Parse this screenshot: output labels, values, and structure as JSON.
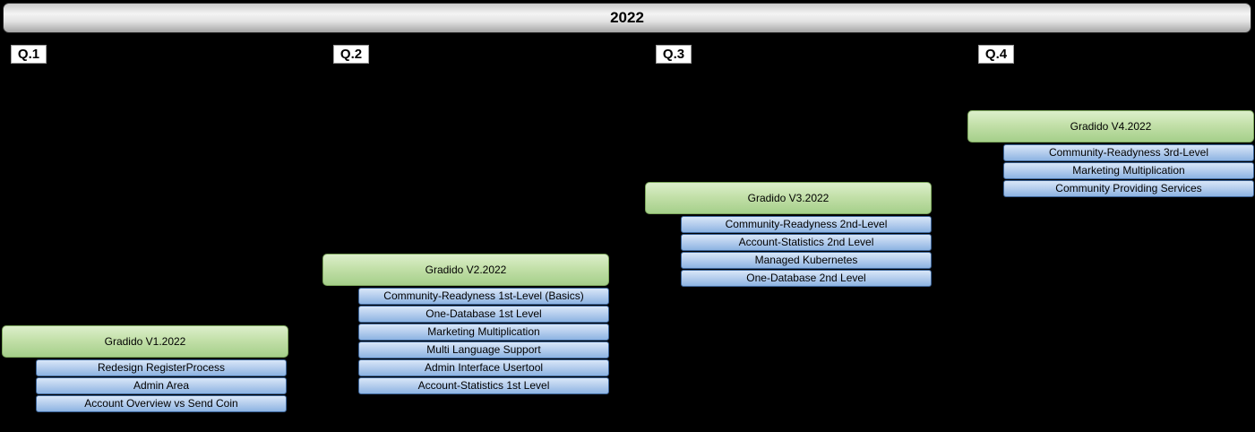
{
  "title": "2022",
  "quarters": [
    {
      "label": "Q.1",
      "release": "Gradido V1.2022",
      "items": [
        "Redesign RegisterProcess",
        "Admin Area",
        "Account Overview vs Send Coin"
      ]
    },
    {
      "label": "Q.2",
      "release": "Gradido V2.2022",
      "items": [
        "Community-Readyness 1st-Level (Basics)",
        "One-Database 1st Level",
        "Marketing Multiplication",
        "Multi Language Support",
        "Admin Interface Usertool",
        "Account-Statistics 1st Level"
      ]
    },
    {
      "label": "Q.3",
      "release": "Gradido V3.2022",
      "items": [
        "Community-Readyness 2nd-Level",
        "Account-Statistics 2nd Level",
        "Managed Kubernetes",
        "One-Database 2nd Level"
      ]
    },
    {
      "label": "Q.4",
      "release": "Gradido V4.2022",
      "items": [
        "Community-Readyness 3rd-Level",
        "Marketing Multiplication",
        "Community Providing Services"
      ]
    }
  ],
  "colors": {
    "background": "#000000",
    "year_bar_gray": "#d9d9d9",
    "release_green": "#a5cf8a",
    "release_border": "#7ea95e",
    "item_blue": "#8db3e2",
    "item_border": "#3d6599",
    "label_background": "#ffffff",
    "text": "#000000"
  }
}
